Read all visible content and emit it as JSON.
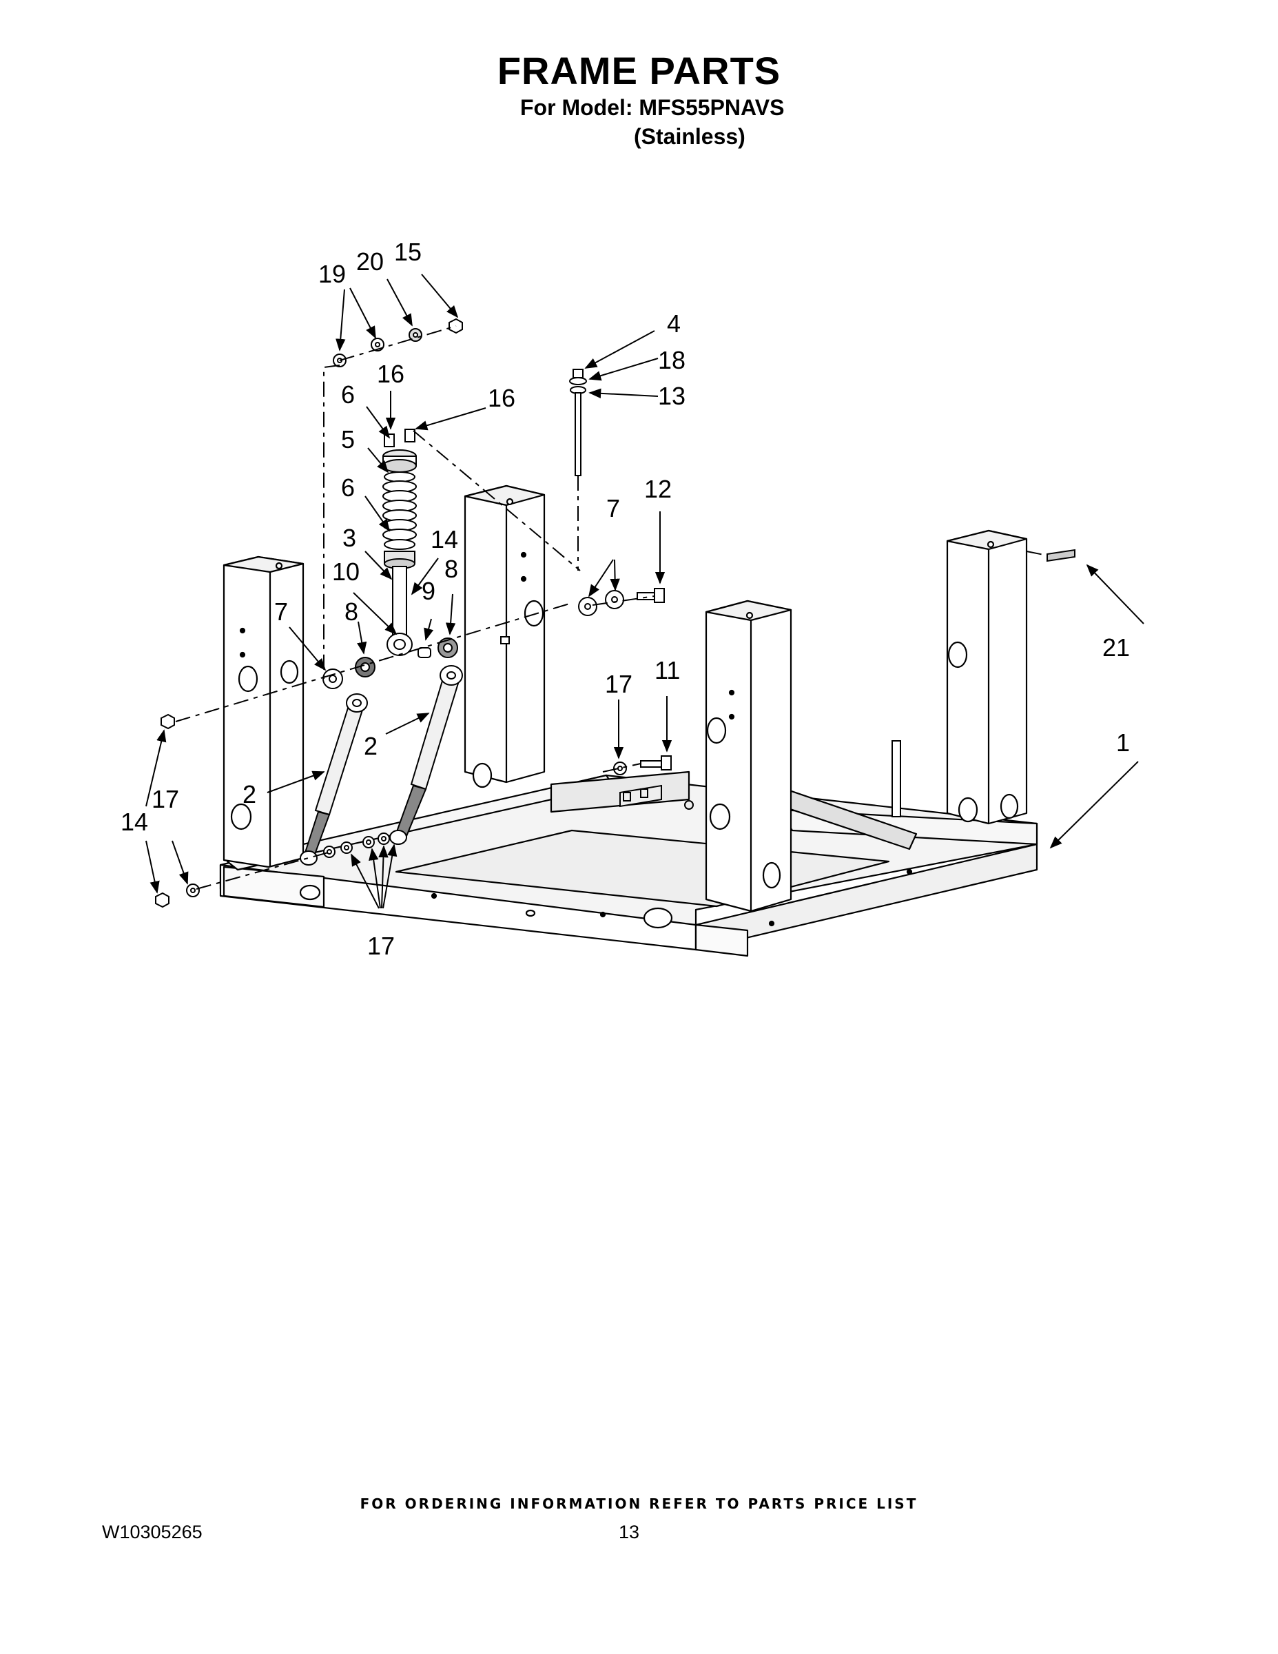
{
  "header": {
    "title": "FRAME PARTS",
    "model_line": "For Model: MFS55PNAVS",
    "finish": "(Stainless)"
  },
  "diagram": {
    "callouts": {
      "c19": "19",
      "c20": "20",
      "c15": "15",
      "c4": "4",
      "c18": "18",
      "c13": "13",
      "c16a": "16",
      "c16b": "16",
      "c6a": "6",
      "c5": "5",
      "c6b": "6",
      "c3": "3",
      "c14a": "14",
      "c10": "10",
      "c8a": "8",
      "c9": "9",
      "c8b": "8",
      "c7a": "7",
      "c7b": "7",
      "c12": "12",
      "c21": "21",
      "c17a": "17",
      "c11": "11",
      "c1": "1",
      "c2a": "2",
      "c2b": "2",
      "c14b": "14",
      "c17b": "17",
      "c17c": "17"
    }
  },
  "footer": {
    "ordering_note": "FOR ORDERING INFORMATION REFER TO PARTS PRICE LIST",
    "doc_number": "W10305265",
    "page_number": "13"
  }
}
